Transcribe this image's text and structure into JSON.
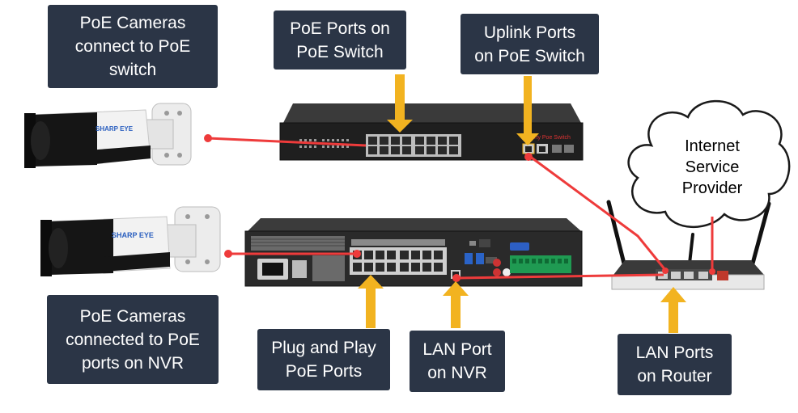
{
  "labels": {
    "cams_switch": "PoE Cameras\nconnect to PoE\nswitch",
    "poe_ports_switch": "PoE Ports on\nPoE Switch",
    "uplink_ports": "Uplink Ports\non PoE Switch",
    "cams_nvr": "PoE Cameras\nconnected to PoE\nports on NVR",
    "plug_play": "Plug and Play\nPoE Ports",
    "lan_nvr": "LAN Port\non NVR",
    "lan_router": "LAN Ports\non Router"
  },
  "isp": "Internet\nService\nProvider",
  "camera_brand": "SHARP EYE",
  "switch_model": "Forty Poe Switch",
  "colors": {
    "label_bg": "#2b3546",
    "arrow": "#f2b320",
    "cable": "#ee3b3b",
    "device": "#2e2e2e"
  }
}
